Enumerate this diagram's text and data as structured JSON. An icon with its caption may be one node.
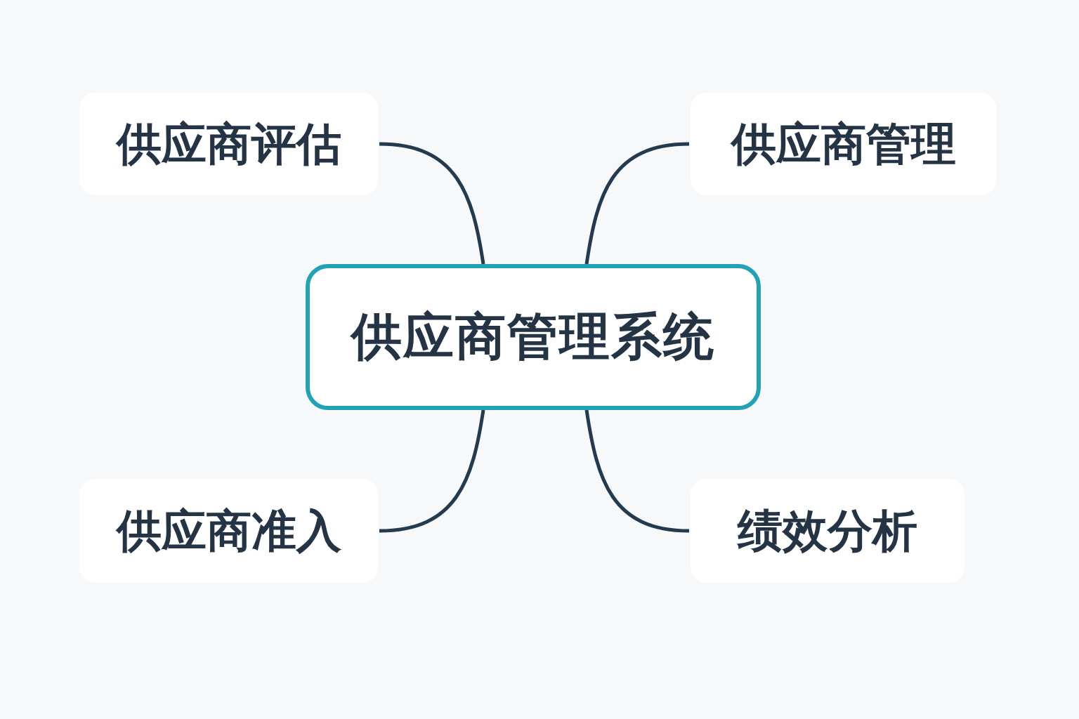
{
  "diagram": {
    "nodes": [
      {
        "text": [
          "供应商管理系统"
        ]
      },
      {
        "text": [
          "供应商评估"
        ]
      },
      {
        "text": [
          "供应商管理"
        ]
      },
      {
        "text": [
          "供应商准入"
        ]
      },
      {
        "text": [
          "绩效分析"
        ]
      }
    ],
    "edges": [
      {
        "from": 0,
        "to": 1,
        "arrow": "none"
      },
      {
        "from": 0,
        "to": 2,
        "arrow": "none"
      },
      {
        "from": 0,
        "to": 3,
        "arrow": "none"
      },
      {
        "from": 0,
        "to": 4,
        "arrow": "none"
      }
    ]
  }
}
